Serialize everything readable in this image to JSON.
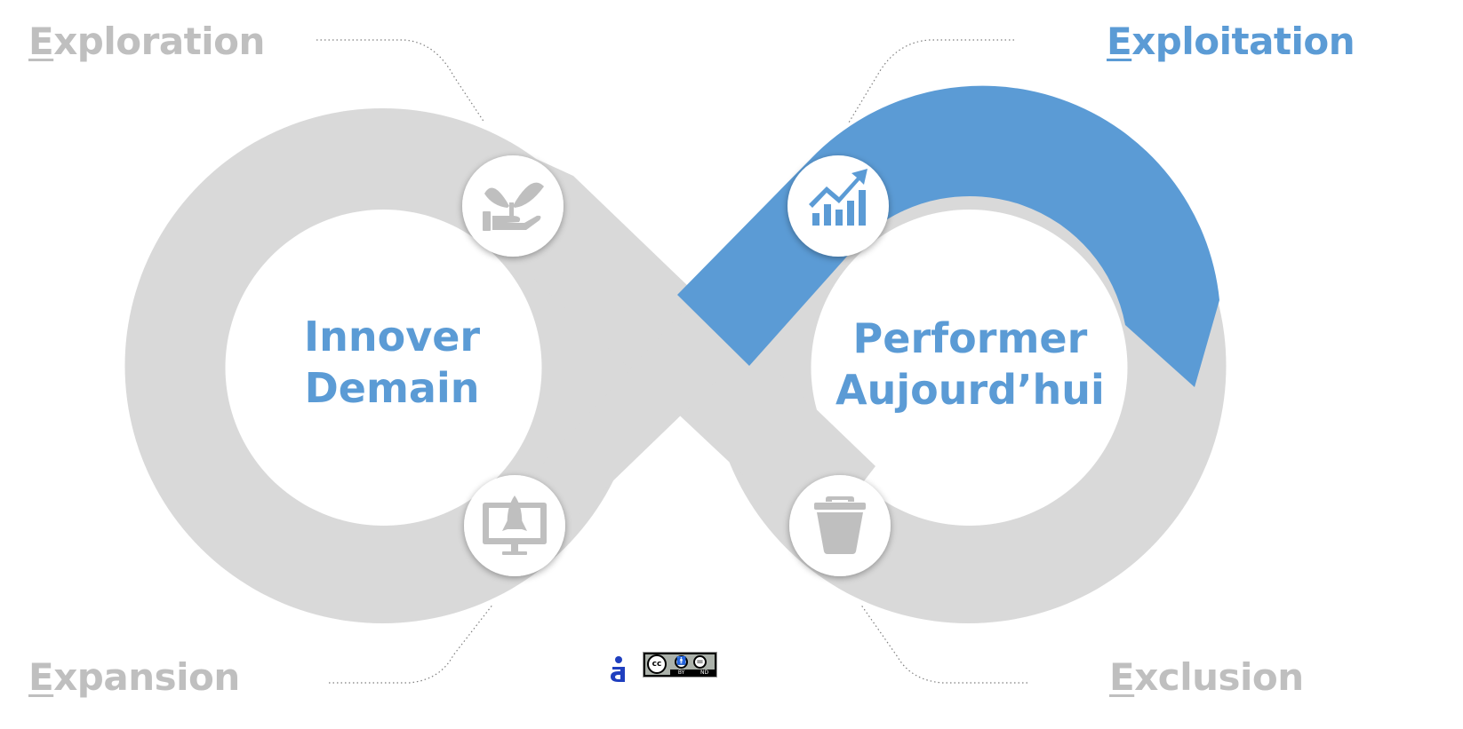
{
  "colors": {
    "accent": "#5b9bd5",
    "loop": "#d9d9d9",
    "muted_text": "#bfbfbf",
    "icon_fill": "#bfbfbf",
    "icon_fill_active": "#5b9bd5"
  },
  "quadrants": {
    "exploration": {
      "initial": "E",
      "rest": "xploration",
      "active": false
    },
    "exploitation": {
      "initial": "E",
      "rest": "xploitation",
      "active": true
    },
    "expansion": {
      "initial": "E",
      "rest": "xpansion",
      "active": false
    },
    "exclusion": {
      "initial": "E",
      "rest": "xclusion",
      "active": false
    }
  },
  "left_center": {
    "line1": "Innover",
    "line2": "Demain"
  },
  "right_center": {
    "line1": "Performer",
    "line2": "Aujourd’hui"
  },
  "icons": {
    "top_left": "sprout-in-hand-icon",
    "top_right": "growth-chart-icon",
    "bottom_left": "rocket-on-monitor-icon",
    "bottom_right": "trash-bin-icon"
  },
  "license": {
    "badge_text": "cc",
    "terms": [
      "BY",
      "ND"
    ]
  }
}
